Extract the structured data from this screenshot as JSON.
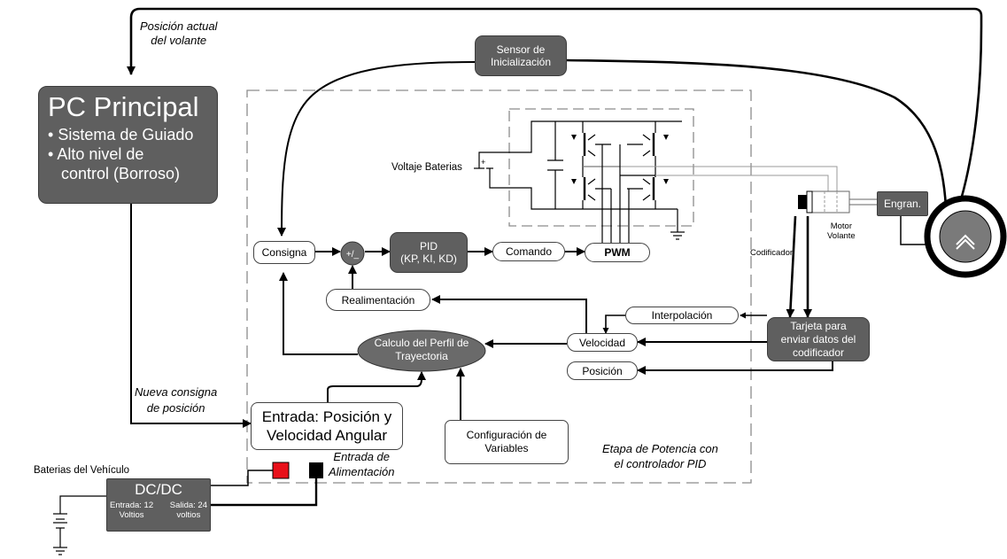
{
  "pc": {
    "title": "PC Principal",
    "bullet1": "Sistema de Guiado",
    "bullet2_line1": "Alto nivel de",
    "bullet2_line2": "control (Borroso)"
  },
  "labels": {
    "posicion_actual_1": "Posición actual",
    "posicion_actual_2": "del volante",
    "nueva_consigna_1": "Nueva consigna",
    "nueva_consigna_2": "de posición",
    "voltaje_baterias": "Voltaje Baterias",
    "baterias_vehiculo": "Baterias del Vehículo",
    "codificador": "Codificador",
    "motor_1": "Motor",
    "motor_2": "Volante",
    "etapa_1": "Etapa de Potencia con",
    "etapa_2": "el controlador PID",
    "entrada_alim_1": "Entrada de",
    "entrada_alim_2": "Alimentación",
    "plus_minus": "+/_"
  },
  "blocks": {
    "sensor_1": "Sensor de",
    "sensor_2": "Inicialización",
    "consigna": "Consigna",
    "pid_1": "PID",
    "pid_2": "(KP, KI, KD)",
    "comando": "Comando",
    "pwm": "PWM",
    "realimentacion": "Realimentación",
    "interpolacion": "Interpolación",
    "velocidad": "Velocidad",
    "posicion": "Posición",
    "perfil_1": "Calculo del Perfil de",
    "perfil_2": "Trayectoria",
    "tarjeta_1": "Tarjeta para",
    "tarjeta_2": "enviar datos del",
    "tarjeta_3": "codificador",
    "engran": "Engran.",
    "entrada_1": "Entrada: Posición y",
    "entrada_2": "Velocidad Angular",
    "config_1": "Configuración de",
    "config_2": "Variables",
    "dcdc_title": "DC/DC",
    "dcdc_in_1": "Entrada: 12",
    "dcdc_in_2": "Voltios",
    "dcdc_out_1": "Salida: 24",
    "dcdc_out_2": "voltios"
  },
  "colors": {
    "dark_block": "#5f5f5f",
    "terminal_pos": "#e8101a",
    "terminal_neg": "#000000",
    "dashed": "#8c8c8c"
  }
}
